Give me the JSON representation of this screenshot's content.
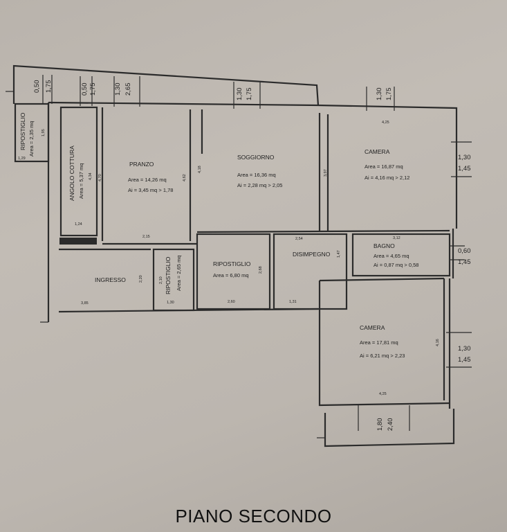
{
  "title": "PIANO SECONDO",
  "colors": {
    "paper": "#bcb6af",
    "ink": "#2b2b2b"
  },
  "rooms": {
    "ripostiglio_ext": {
      "name": "RIPOSTIGLIO",
      "area": "Area = 2,35 mq",
      "dims": [
        "1,29",
        "1,95"
      ]
    },
    "angolo_cottura": {
      "name": "ANGOLO COTTURA",
      "area": "Area = 5,37 mq",
      "dims": [
        "4,34",
        "1,24"
      ]
    },
    "pranzo": {
      "name": "PRANZO",
      "area": "Area = 14,26 mq",
      "ai": "Ai = 3,45 mq > 1,78",
      "dims": [
        "4,70",
        "4,62",
        "2,15"
      ]
    },
    "soggiorno": {
      "name": "SOGGIORNO",
      "area": "Area = 16,36 mq",
      "ai": "Ai = 2,28 mq > 2,05",
      "dims": [
        "4,18"
      ]
    },
    "camera_1": {
      "name": "CAMERA",
      "area": "Area = 16,87 mq",
      "ai": "Ai = 4,16 mq > 2,12",
      "dims": [
        "4,25",
        "3,97"
      ]
    },
    "ingresso": {
      "name": "INGRESSO",
      "dims": [
        "2,20",
        "3,85"
      ]
    },
    "ripostiglio_small": {
      "name": "RIPOSTIGLIO",
      "area": "Area = 2,65 mq",
      "dims": [
        "2,10",
        "1,30"
      ]
    },
    "ripostiglio_mid": {
      "name": "RIPOSTIGLIO",
      "area": "Area = 6,80 mq",
      "dims": [
        "2,68",
        "2,60"
      ]
    },
    "disimpegno": {
      "name": "DISIMPEGNO",
      "dims": [
        "2,54",
        "1,47",
        "1,31"
      ]
    },
    "bagno": {
      "name": "BAGNO",
      "area": "Area = 4,65 mq",
      "ai": "Ai = 0,87 mq > 0,58",
      "dims": [
        "3,12"
      ]
    },
    "camera_2": {
      "name": "CAMERA",
      "area": "Area = 17,81 mq",
      "ai": "Ai = 6,21 mq > 2,23",
      "dims": [
        "4,16",
        "4,25"
      ]
    }
  },
  "windows": {
    "w1": [
      "0,50",
      "1,75"
    ],
    "w2": [
      "0,50",
      "1,75"
    ],
    "w3": [
      "1,30",
      "2,65"
    ],
    "w4": [
      "1,30",
      "1,75"
    ],
    "w5": [
      "1,30",
      "1,75"
    ],
    "w6": [
      "1,30",
      "1,45"
    ],
    "w7": [
      "0,60",
      "1,45"
    ],
    "w8": [
      "1,30",
      "1,45"
    ],
    "w9": [
      "1,80",
      "2,40"
    ]
  }
}
